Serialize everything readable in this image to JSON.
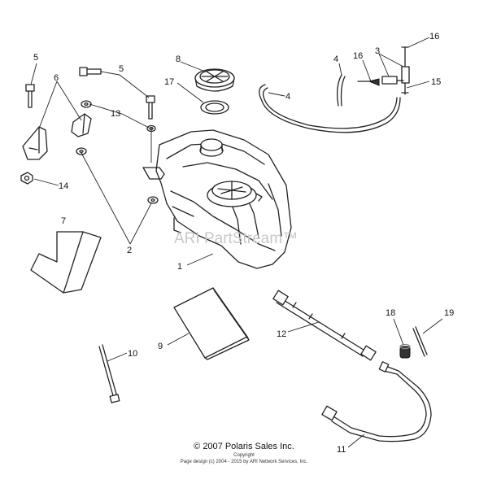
{
  "watermark": "ARI PartStream™",
  "callouts": {
    "c1": "1",
    "c2": "2",
    "c3": "3",
    "c4a": "4",
    "c4b": "4",
    "c5a": "5",
    "c5b": "5",
    "c6": "6",
    "c7": "7",
    "c8": "8",
    "c9": "9",
    "c10": "10",
    "c11": "11",
    "c12": "12",
    "c13": "13",
    "c14": "14",
    "c15": "15",
    "c16a": "16",
    "c16b": "16",
    "c17": "17",
    "c18": "18",
    "c19": "19"
  },
  "footer": {
    "copyright": "© 2007 Polaris Sales Inc.",
    "copyright_word": "Copyright",
    "page_design": "Page design (c) 2004 - 2015 by ARI Network Services, Inc."
  }
}
